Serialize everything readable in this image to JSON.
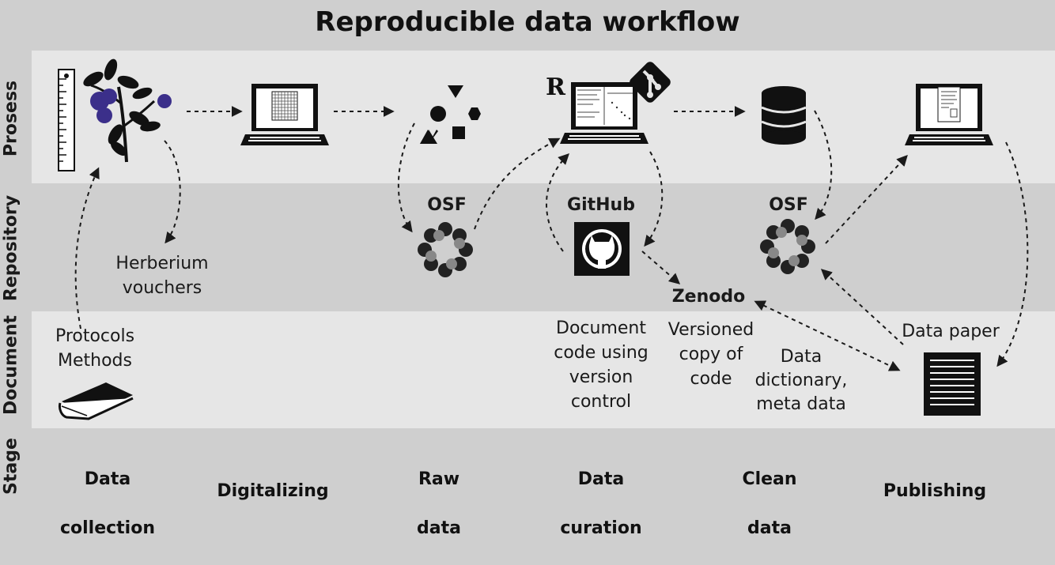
{
  "title": "Reproducible data workflow",
  "rows": {
    "prosess": "Prosess",
    "repository": "Repository",
    "document": "Document",
    "stage": "Stage"
  },
  "repositories": {
    "osf_raw": "OSF",
    "github": "GitHub",
    "osf_clean": "OSF",
    "zenodo": "Zenodo",
    "herbarium_line1": "Herberium",
    "herbarium_line2": "vouchers"
  },
  "documents": {
    "protocols": "Protocols",
    "methods": "Methods",
    "doc_code_1": "Document",
    "doc_code_2": "code using",
    "doc_code_3": "version",
    "doc_code_4": "control",
    "versioned_1": "Versioned",
    "versioned_2": "copy of",
    "versioned_3": "code",
    "dict_1": "Data",
    "dict_2": "dictionary,",
    "dict_3": "meta data",
    "data_paper": "Data paper"
  },
  "stages": [
    {
      "line1": "Data",
      "line2": "collection"
    },
    {
      "line1": "Digitalizing",
      "line2": ""
    },
    {
      "line1": "Raw",
      "line2": "data"
    },
    {
      "line1": "Data",
      "line2": "curation"
    },
    {
      "line1": "Clean",
      "line2": "data"
    },
    {
      "line1": "Publishing",
      "line2": ""
    }
  ],
  "icons": {
    "r_logo": "R"
  },
  "colors": {
    "band_light": "#e6e6e6",
    "band_dark": "#cfcfcf",
    "berry": "#3b2f8a",
    "ink": "#1a1a1a"
  }
}
